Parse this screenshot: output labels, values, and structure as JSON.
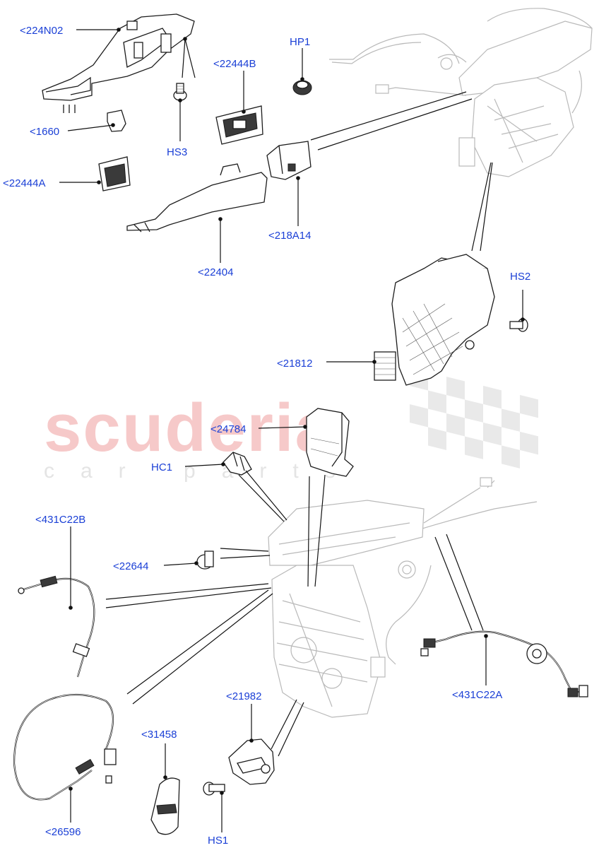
{
  "watermark": {
    "brand": "scuderia",
    "tagline": "car parts"
  },
  "labels": [
    {
      "id": "224N02",
      "text": "<224N02"
    },
    {
      "id": "HP1",
      "text": "HP1"
    },
    {
      "id": "22444B",
      "text": "<22444B"
    },
    {
      "id": "1660",
      "text": "<1660"
    },
    {
      "id": "HS3",
      "text": "HS3"
    },
    {
      "id": "22444A",
      "text": "<22444A"
    },
    {
      "id": "218A14",
      "text": "<218A14"
    },
    {
      "id": "22404",
      "text": "<22404"
    },
    {
      "id": "HS2",
      "text": "HS2"
    },
    {
      "id": "21812",
      "text": "<21812"
    },
    {
      "id": "24784",
      "text": "<24784"
    },
    {
      "id": "HC1",
      "text": "HC1"
    },
    {
      "id": "431C22B",
      "text": "<431C22B"
    },
    {
      "id": "22644",
      "text": "<22644"
    },
    {
      "id": "21982",
      "text": "<21982"
    },
    {
      "id": "431C22A",
      "text": "<431C22A"
    },
    {
      "id": "31458",
      "text": "<31458"
    },
    {
      "id": "26596",
      "text": "<26596"
    },
    {
      "id": "HS1",
      "text": "HS1"
    }
  ],
  "colors": {
    "label": "#1a3fd6",
    "watermark_red": "#f6c9c9",
    "watermark_grey": "#e4e4e4"
  }
}
